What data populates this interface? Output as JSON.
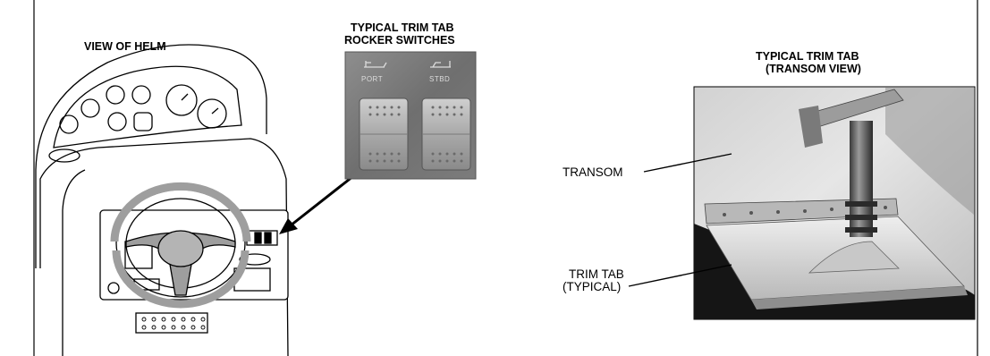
{
  "helm": {
    "title": "VIEW OF HELM"
  },
  "switches": {
    "title_line1": "TYPICAL TRIM TAB",
    "title_line2": "ROCKER SWITCHES",
    "port_label": "PORT",
    "stbd_label": "STBD"
  },
  "trimtab": {
    "title_line1": "TYPICAL TRIM TAB",
    "title_line2": "(TRANSOM VIEW)",
    "transom_label": "TRANSOM",
    "trim_tab_line1": "TRIM TAB",
    "trim_tab_line2": "(TYPICAL)"
  }
}
